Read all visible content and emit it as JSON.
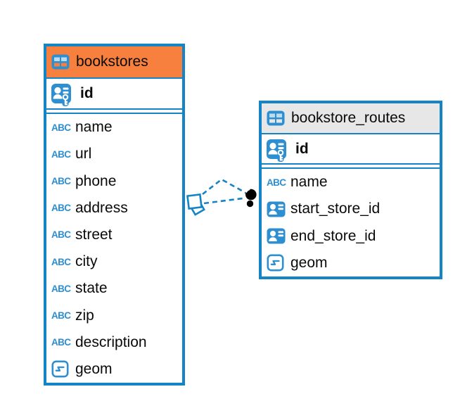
{
  "colors": {
    "blue": "#1484c6",
    "icon-blue": "#2e8ed2",
    "orange": "#f7803e",
    "grayhdr": "#e7e7e7",
    "icon-cell": "#bedcf0",
    "text": "#0a0a0a",
    "relationship-line": "#1484c6",
    "relationship-dot": "#000000"
  },
  "icons": {
    "abc_label": "ABC",
    "header_icon": "table-icon",
    "primary_key_icon": "person-key-icon",
    "foreign_ref_icon": "person-card-icon",
    "text_type_icon": "abc-text-icon",
    "geometry_type_icon": "geometry-icon"
  },
  "tables": [
    {
      "name": "bookstores",
      "header_bg": "#f7803e",
      "keys": [
        {
          "name": "id",
          "icon": "person-key-icon"
        }
      ],
      "columns": [
        {
          "name": "name",
          "icon": "abc-text-icon"
        },
        {
          "name": "url",
          "icon": "abc-text-icon"
        },
        {
          "name": "phone",
          "icon": "abc-text-icon"
        },
        {
          "name": "address",
          "icon": "abc-text-icon"
        },
        {
          "name": "street",
          "icon": "abc-text-icon"
        },
        {
          "name": "city",
          "icon": "abc-text-icon"
        },
        {
          "name": "state",
          "icon": "abc-text-icon"
        },
        {
          "name": "zip",
          "icon": "abc-text-icon"
        },
        {
          "name": "description",
          "icon": "abc-text-icon"
        },
        {
          "name": "geom",
          "icon": "geometry-icon"
        }
      ]
    },
    {
      "name": "bookstore_routes",
      "header_bg": "#e7e7e7",
      "keys": [
        {
          "name": "id",
          "icon": "person-key-icon"
        }
      ],
      "columns": [
        {
          "name": "name",
          "icon": "abc-text-icon"
        },
        {
          "name": "start_store_id",
          "icon": "person-card-icon"
        },
        {
          "name": "end_store_id",
          "icon": "person-card-icon"
        },
        {
          "name": "geom",
          "icon": "geometry-icon"
        }
      ]
    }
  ],
  "relationships": [
    {
      "from_table": "bookstores",
      "to_table": "bookstore_routes",
      "line_style": "dashed",
      "from_marker": "overlapping-squares",
      "to_marker": "filled-dot"
    },
    {
      "from_table": "bookstores",
      "to_table": "bookstore_routes",
      "line_style": "dashed",
      "from_marker": "overlapping-squares",
      "to_marker": "filled-dot"
    }
  ]
}
